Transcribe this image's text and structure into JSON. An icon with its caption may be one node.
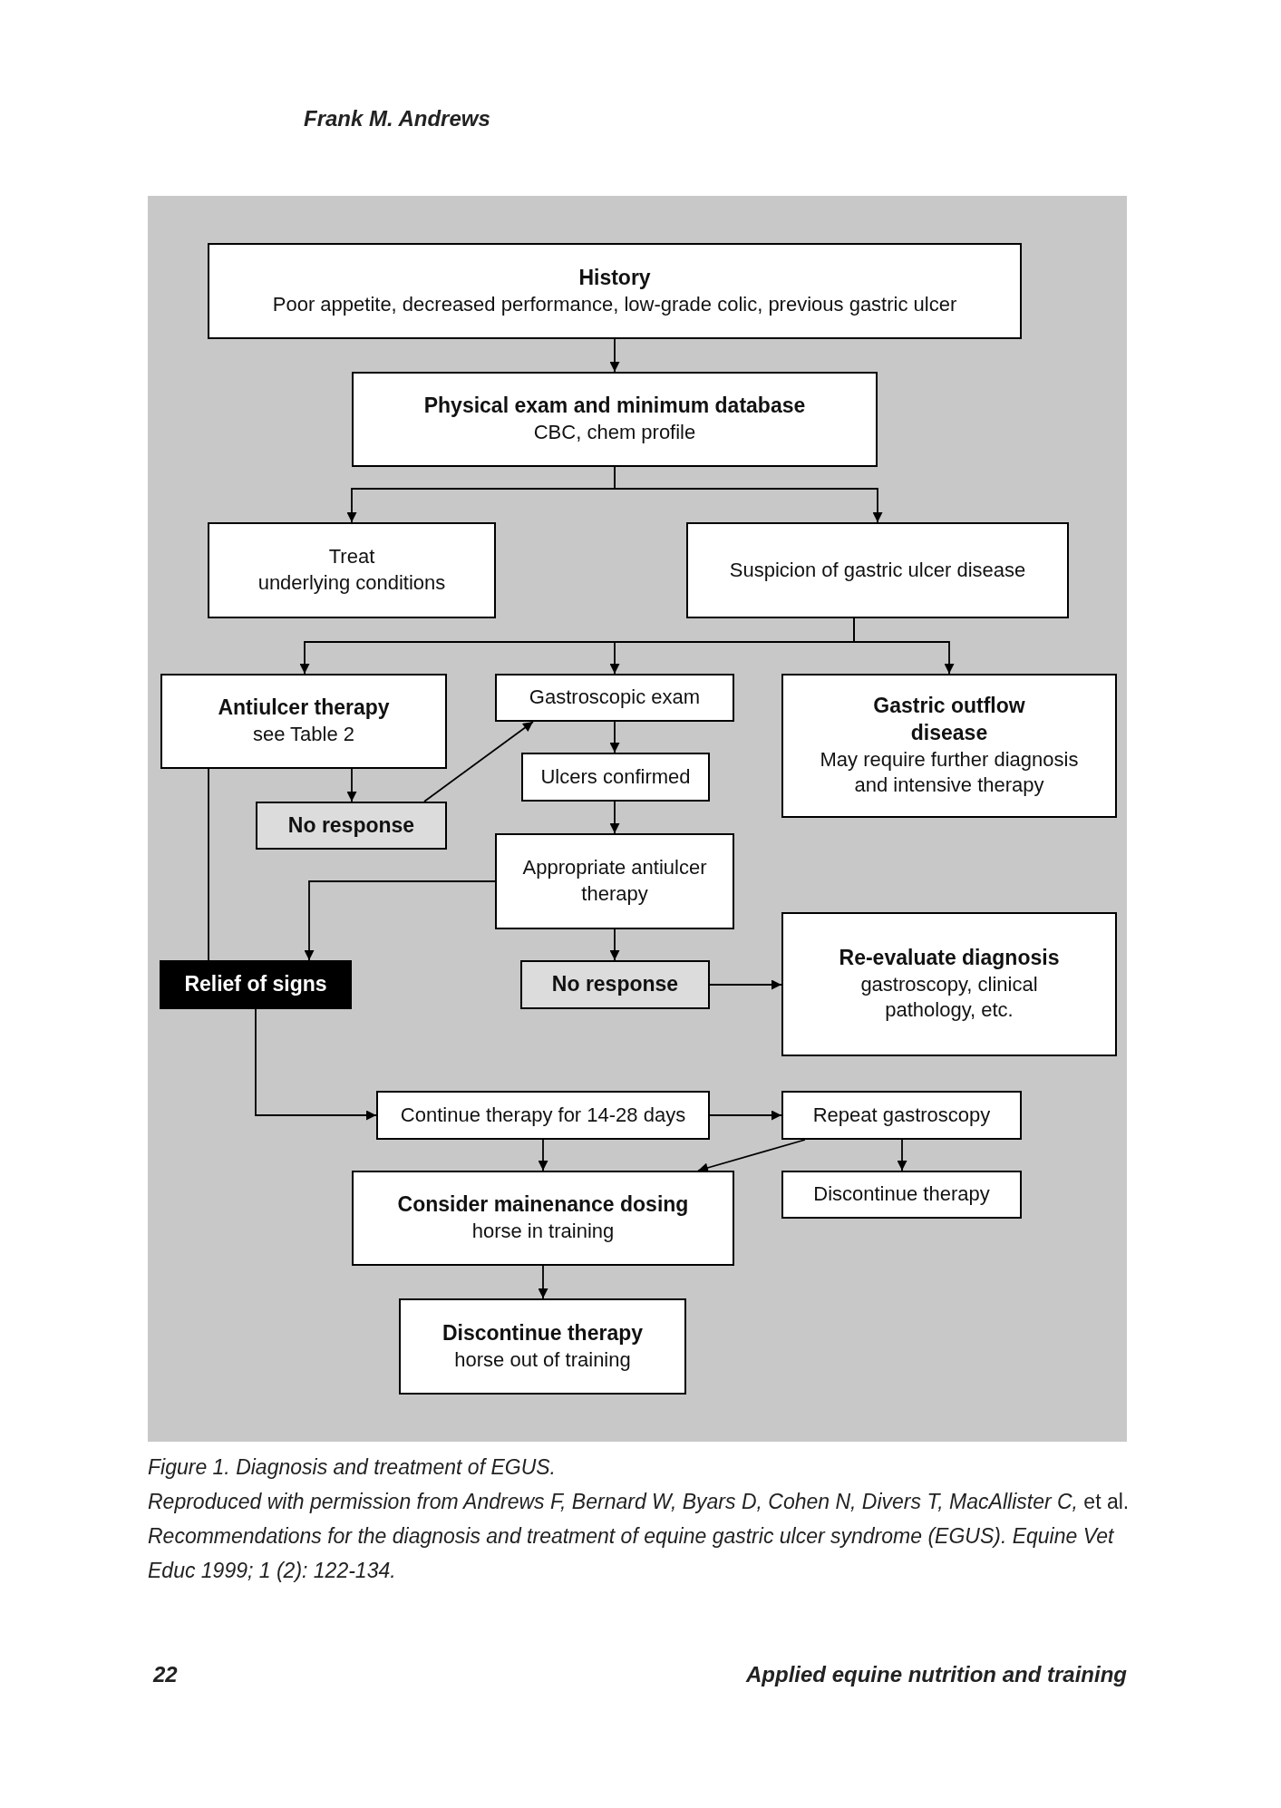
{
  "diagram": {
    "caption": "Figure 1. Diagnosis and treatment of EGUS.",
    "nodes": [
      {
        "text": [
          "History",
          "Poor appetite, decreased performance, low-grade colic, previous gastric ulcer"
        ]
      },
      {
        "text": [
          "Physical exam and minimum database",
          "CBC, chem profile"
        ]
      },
      {
        "text": [
          "Treat underlying conditions"
        ]
      },
      {
        "text": [
          "Suspicion of gastric ulcer disease"
        ]
      },
      {
        "text": [
          "Antiulcer therapy",
          "see Table 2"
        ]
      },
      {
        "text": [
          "Gastroscopic exam"
        ]
      },
      {
        "text": [
          "Gastric outflow disease",
          "May require further diagnosis and intensive therapy"
        ]
      },
      {
        "text": [
          "No response"
        ]
      },
      {
        "text": [
          "Ulcers confirmed"
        ]
      },
      {
        "text": [
          "Appropriate antiulcer therapy"
        ]
      },
      {
        "text": [
          "Re-evaluate diagnosis",
          "gastroscopy, clinical pathology, etc."
        ]
      },
      {
        "text": [
          "Relief of signs"
        ]
      },
      {
        "text": [
          "No response"
        ]
      },
      {
        "text": [
          "Continue therapy for 14-28 days"
        ]
      },
      {
        "text": [
          "Repeat gastroscopy"
        ]
      },
      {
        "text": [
          "Consider mainenance dosing",
          "horse in training"
        ]
      },
      {
        "text": [
          "Discontinue therapy"
        ]
      },
      {
        "text": [
          "Discontinue therapy",
          "horse out of training"
        ]
      }
    ],
    "edges": [
      {
        "from": 0,
        "to": 1,
        "arrow": "to"
      },
      {
        "from": 1,
        "to": 2,
        "arrow": "to"
      },
      {
        "from": 1,
        "to": 3,
        "arrow": "to"
      },
      {
        "from": 3,
        "to": 4,
        "arrow": "to"
      },
      {
        "from": 3,
        "to": 5,
        "arrow": "to"
      },
      {
        "from": 3,
        "to": 6,
        "arrow": "to"
      },
      {
        "from": 4,
        "to": 7,
        "arrow": "to"
      },
      {
        "from": 7,
        "to": 5,
        "arrow": "to"
      },
      {
        "from": 4,
        "to": 11,
        "arrow": "none"
      },
      {
        "from": 5,
        "to": 8,
        "arrow": "to"
      },
      {
        "from": 8,
        "to": 9,
        "arrow": "to"
      },
      {
        "from": 9,
        "to": 11,
        "arrow": "to"
      },
      {
        "from": 9,
        "to": 12,
        "arrow": "to"
      },
      {
        "from": 12,
        "to": 10,
        "arrow": "to"
      },
      {
        "from": 11,
        "to": 13,
        "arrow": "to"
      },
      {
        "from": 13,
        "to": 14,
        "arrow": "to"
      },
      {
        "from": 13,
        "to": 15,
        "arrow": "to"
      },
      {
        "from": 14,
        "to": 15,
        "arrow": "to"
      },
      {
        "from": 14,
        "to": 16,
        "arrow": "to"
      },
      {
        "from": 15,
        "to": 17,
        "arrow": "to"
      }
    ],
    "labels": [
      "Frank M. Andrews",
      "*Reproduced with permission from Andrews F, Bernard W, Byars D, Cohen N, Divers T, MacAllister C,* et al. *Recommendations for the diagnosis and treatment of equine gastric ulcer syndrome (EGUS). Equine Vet Educ 1999; 1 (2): 122-134.*",
      "22",
      "Applied equine nutrition and training"
    ]
  }
}
